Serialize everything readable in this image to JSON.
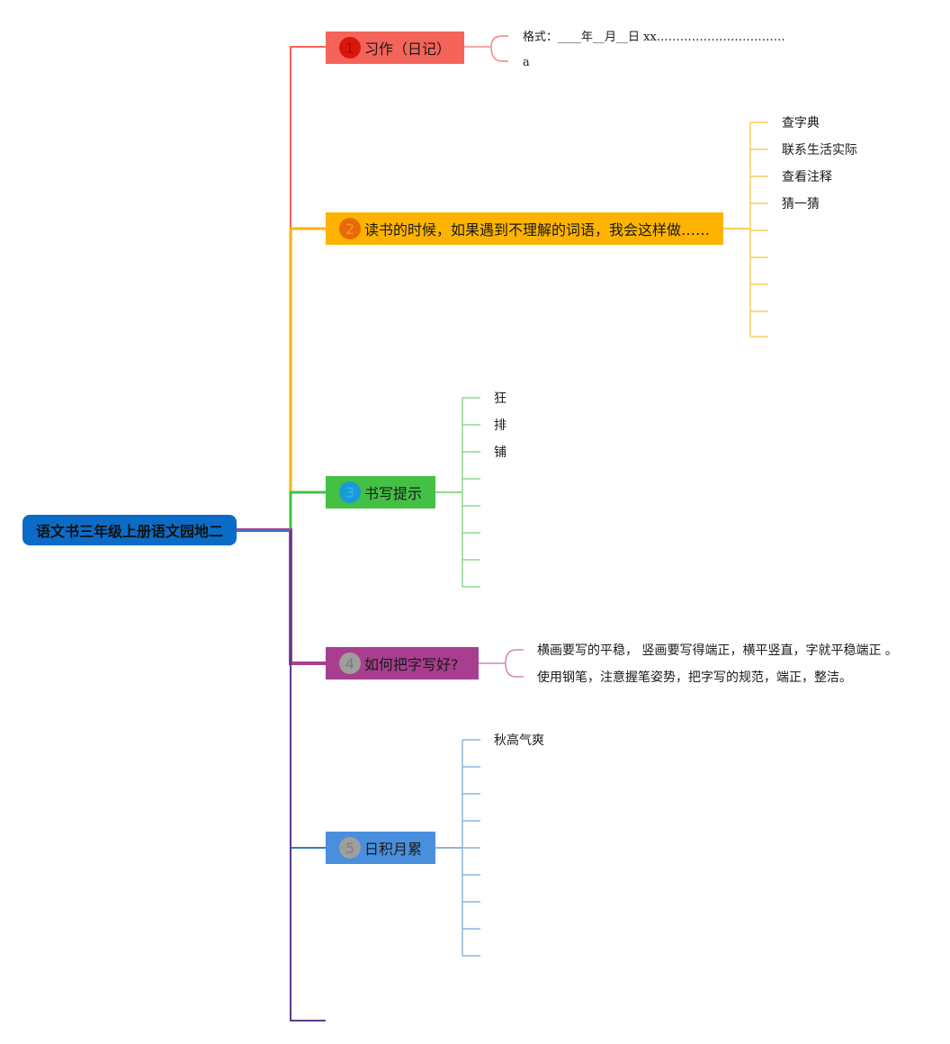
{
  "root": {
    "label": "语文书三年级上册语文园地二"
  },
  "colors": {
    "root": "#0b6cc7",
    "b1": "#f4645a",
    "b2": "#fdb300",
    "b3": "#44c044",
    "b4": "#a83e8f",
    "b5": "#4a8fde"
  },
  "branches": [
    {
      "num": "1",
      "label": "习作（日记）",
      "children": [
        "格式：____年__月__日 xx……………………………",
        "a"
      ]
    },
    {
      "num": "2",
      "label": "读书的时候，如果遇到不理解的词语，我会这样做……",
      "children": [
        "查字典",
        "联系生活实际",
        "查看注释",
        "猜一猜",
        "",
        "",
        "",
        "",
        ""
      ]
    },
    {
      "num": "3",
      "label": "书写提示",
      "children": [
        "狂",
        "排",
        "铺",
        "",
        "",
        "",
        "",
        ""
      ]
    },
    {
      "num": "4",
      "label": "如何把字写好?",
      "children": [
        "横画要写的平稳， 竖画要写得端正，横平竖直，字就平稳端正 。",
        "使用钢笔，注意握笔姿势，把字写的规范，端正，整洁。"
      ]
    },
    {
      "num": "5",
      "label": "日积月累",
      "children": [
        "秋高气爽",
        "",
        "",
        "",
        "",
        "",
        "",
        "",
        ""
      ]
    }
  ]
}
